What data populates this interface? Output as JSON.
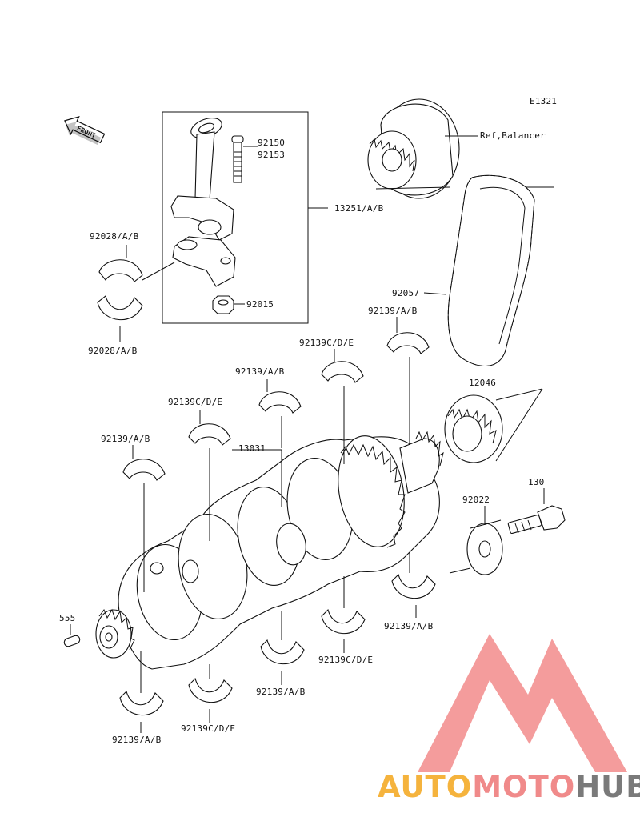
{
  "diagram": {
    "code": "E1321",
    "front_label": "FRONT",
    "ref_balancer": "Ref,Balancer",
    "parts": {
      "p92150": "92150",
      "p92153": "92153",
      "p13251": "13251/A/B",
      "p92028_top": "92028/A/B",
      "p92028_bot": "92028/A/B",
      "p92015": "92015",
      "p92057": "92057",
      "p92139_a": "92139/A/B",
      "p92139c_a": "92139C/D/E",
      "p92139_b": "92139/A/B",
      "p12046": "12046",
      "p92139c_b": "92139C/D/E",
      "p92139_c": "92139/A/B",
      "p13031": "13031",
      "p130": "130",
      "p92022": "92022",
      "p555": "555",
      "p92139_d": "92139/A/B",
      "p92139c_c": "92139C/D/E",
      "p92139_e": "92139/A/B",
      "p92139_f": "92139/A/B",
      "p92139c_d": "92139C/D/E"
    }
  },
  "watermark": {
    "part1": "AUTO",
    "part2": "MOTO",
    "part3": "HUB",
    "color1": "#f5b33d",
    "color2": "#f08a8a",
    "color3": "#7a7a7a",
    "logo_color": "#f28b8b"
  }
}
